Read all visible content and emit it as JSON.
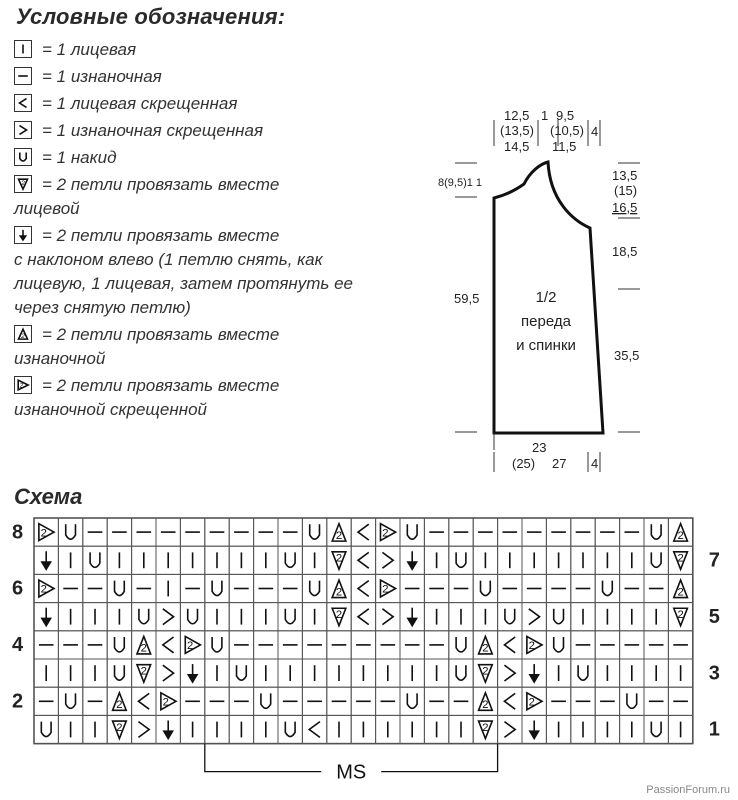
{
  "legend": {
    "title": "Условные обозначения:",
    "items": [
      {
        "symbol": "knit",
        "text": "= 1 лицевая"
      },
      {
        "symbol": "purl",
        "text": "= 1 изнаночная"
      },
      {
        "symbol": "knit-tbl",
        "text": "= 1 лицевая скрещенная"
      },
      {
        "symbol": "purl-tbl",
        "text": "= 1 изнаночная скрещенная"
      },
      {
        "symbol": "yarn-over",
        "text": "= 1 накид"
      },
      {
        "symbol": "k2tog",
        "text": "= 2 петли провязать вместе",
        "cont": "лицевой"
      },
      {
        "symbol": "ssk",
        "text": "= 2 петли провязать вместе",
        "cont": "с наклоном влево (1 петлю снять, как лицевую, 1 лицевая, затем протянуть ее через снятую петлю)"
      },
      {
        "symbol": "p2tog",
        "text": "= 2 петли провязать вместе",
        "cont": "изнаночной"
      },
      {
        "symbol": "p2tog-tbl",
        "text": "= 2 петли провязать вместе",
        "cont": "изнаночной скрещенной"
      }
    ]
  },
  "garment": {
    "label_line1": "1/2",
    "label_line2": "переда",
    "label_line3": "и спинки",
    "neck_left_1": "12,5",
    "neck_left_2": "(13,5)",
    "neck_left_3": "14,5",
    "neck_mid": "1",
    "neck_right_1": "9,5",
    "neck_right_2": "(10,5)",
    "neck_right_3": "11,5",
    "neck_right_4": "4",
    "shoulder_left": "8(9,5)1 1",
    "armhole_1": "13,5",
    "armhole_2": "(15)",
    "armhole_3": "16,5",
    "side_upper": "18,5",
    "side_height": "59,5",
    "side_lower": "35,5",
    "hem_1": "23",
    "hem_2": "(25)",
    "hem_3": "27",
    "hem_4": "4"
  },
  "schema": {
    "title": "Схема",
    "repeat_label": "MS",
    "row_numbers_left": [
      "8",
      "6",
      "4",
      "2"
    ],
    "row_numbers_right": [
      "7",
      "5",
      "3",
      "1"
    ],
    "rows": [
      [
        "P2TBL",
        "U",
        "-",
        "-",
        "-",
        "-",
        "-",
        "-",
        "-",
        "-",
        "-",
        "U",
        "P2",
        "<",
        "P2TBL",
        "U",
        "-",
        "-",
        "-",
        "-",
        "-",
        "-",
        "-",
        "-",
        "-",
        "U",
        "P2"
      ],
      [
        "SSK",
        "I",
        "U",
        "I",
        "I",
        "I",
        "I",
        "I",
        "I",
        "I",
        "U",
        "I",
        "K2",
        "<",
        ">",
        "SSK",
        "I",
        "U",
        "I",
        "I",
        "I",
        "I",
        "I",
        "I",
        "I",
        "U",
        "K2"
      ],
      [
        "P2TBL",
        "-",
        "-",
        "U",
        "-",
        "I",
        "-",
        "U",
        "-",
        "-",
        "-",
        "U",
        "P2",
        "<",
        "P2TBL",
        "-",
        "-",
        "-",
        "U",
        "-",
        "-",
        "-",
        "-",
        "U",
        "-",
        "-",
        "P2"
      ],
      [
        "SSK",
        "I",
        "I",
        "I",
        "U",
        ">",
        "U",
        "I",
        "I",
        "I",
        "U",
        "I",
        "K2",
        "<",
        ">",
        "SSK",
        "I",
        "I",
        "I",
        "U",
        ">",
        "U",
        "I",
        "I",
        "I",
        "I",
        "K2"
      ],
      [
        "-",
        "-",
        "-",
        "U",
        "P2",
        "<",
        "P2TBL",
        "U",
        "-",
        "-",
        "-",
        "-",
        "-",
        "-",
        "-",
        "-",
        "-",
        "U",
        "P2",
        "<",
        "P2TBL",
        "U",
        "-",
        "-",
        "-",
        "-",
        "-"
      ],
      [
        "I",
        "I",
        "I",
        "U",
        "K2",
        ">",
        "SSK",
        "I",
        "U",
        "I",
        "I",
        "I",
        "I",
        "I",
        "I",
        "I",
        "I",
        "U",
        "K2",
        ">",
        "SSK",
        "I",
        "U",
        "I",
        "I",
        "I",
        "I"
      ],
      [
        "-",
        "U",
        "-",
        "P2",
        "<",
        "P2TBL",
        "-",
        "-",
        "-",
        "U",
        "-",
        "-",
        "-",
        "-",
        "-",
        "U",
        "-",
        "-",
        "P2",
        "<",
        "P2TBL",
        "-",
        "-",
        "-",
        "U",
        "-",
        "-"
      ],
      [
        "U",
        "I",
        "I",
        "K2",
        ">",
        "SSK",
        "I",
        "I",
        "I",
        "I",
        "U",
        "<",
        "I",
        "I",
        "I",
        "I",
        "I",
        "I",
        "K2",
        ">",
        "SSK",
        "I",
        "I",
        "I",
        "I",
        "U",
        "I"
      ]
    ]
  },
  "watermark": "PassionForum.ru",
  "colors": {
    "ink": "#1a1a1a",
    "grid": "#333333",
    "background": "#ffffff"
  }
}
